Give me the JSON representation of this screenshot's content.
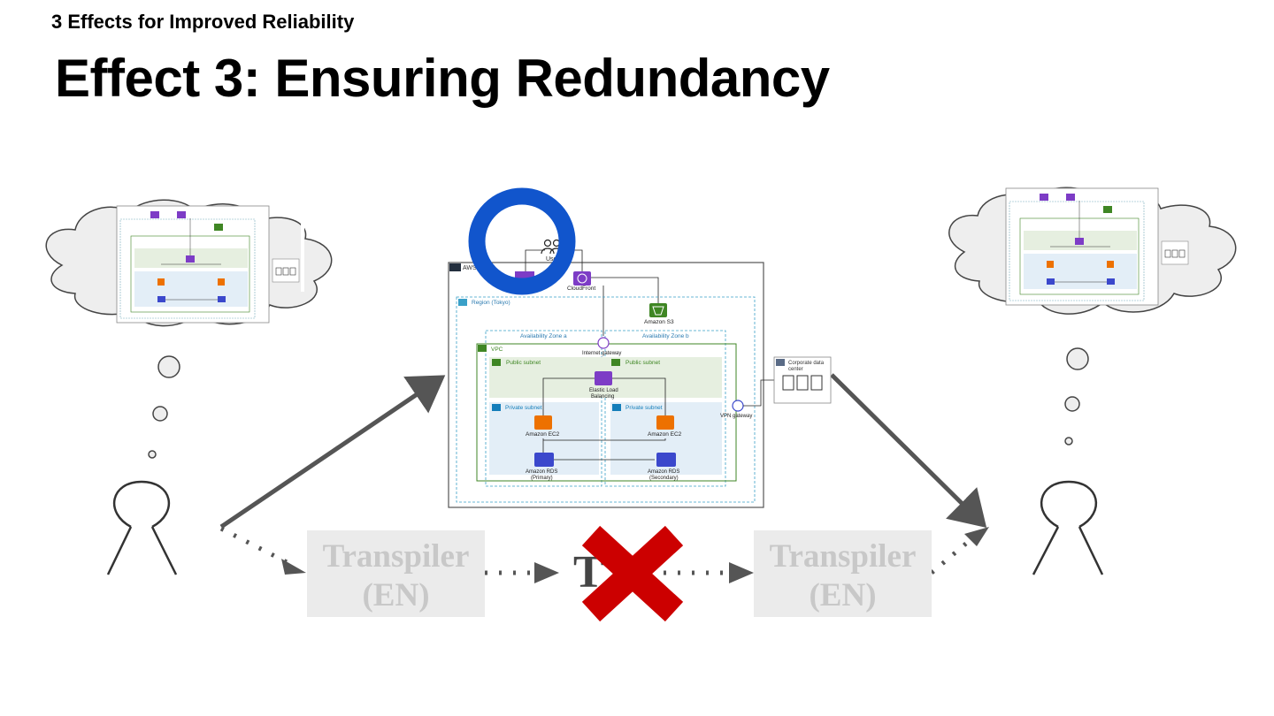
{
  "slide": {
    "kicker": "3 Effects for Improved Reliability",
    "title": "Effect 3: Ensuring Redundancy"
  },
  "transpiler_left": {
    "line1": "Transpiler",
    "line2": "(EN)"
  },
  "transpiler_right": {
    "line1": "Transpiler",
    "line2": "(EN)"
  },
  "middle_partial_text": "T",
  "architecture": {
    "users": "Users",
    "cloud_label": "AWS Cloud",
    "cloudfront": "CloudFront",
    "region": "Region (Tokyo)",
    "s3": "Amazon S3",
    "az_a": "Availability Zone a",
    "az_b": "Availability Zone b",
    "vpc": "VPC",
    "igw": "Internet gateway",
    "public_subnet": "Public subnet",
    "private_subnet": "Private subnet",
    "elb_line1": "Elastic Load",
    "elb_line2": "Balancing",
    "ec2": "Amazon EC2",
    "rds_line1": "Amazon RDS",
    "rds_primary": "(Primary)",
    "rds_secondary": "(Secondary)",
    "vpn": "VPN gateway",
    "dc_line1": "Corporate data",
    "dc_line2": "center"
  },
  "colors": {
    "highlight_ring": "#1155cc",
    "cross": "#cc0000",
    "arrow": "#555555",
    "vpc_green": "#3f8624",
    "subnet_public": "#e6efe0",
    "subnet_private": "#e3eef7",
    "region_border": "#3aa0c8",
    "lambda_purple": "#7d3cc6",
    "ec2_orange": "#ed7100",
    "rds_blue": "#3b48cc"
  },
  "icons": [
    "users-icon",
    "cloudfront-icon",
    "s3-icon",
    "internet-gateway-icon",
    "elb-icon",
    "ec2-icon",
    "rds-icon",
    "vpn-gateway-icon",
    "datacenter-icon",
    "cross-icon",
    "circle-highlight-icon",
    "person-icon"
  ]
}
